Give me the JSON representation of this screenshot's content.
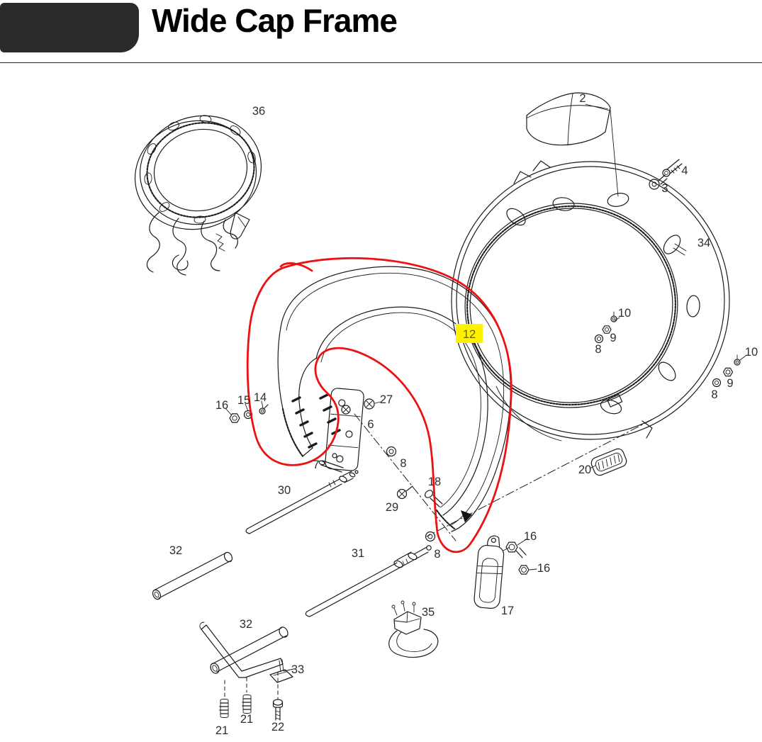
{
  "header": {
    "title": "Wide Cap Frame"
  },
  "diagram": {
    "type": "exploded-parts-diagram",
    "highlight": {
      "color": "#fff200",
      "highlighted_part": "12"
    },
    "annotation": {
      "color": "#ee1111",
      "shape": "freehand-circle",
      "around_part": "12"
    },
    "labels": [
      {
        "part": "36",
        "text": "36"
      },
      {
        "part": "2",
        "text": "2"
      },
      {
        "part": "4",
        "text": "4"
      },
      {
        "part": "3",
        "text": "3"
      },
      {
        "part": "34",
        "text": "34"
      },
      {
        "part": "10",
        "text": "10"
      },
      {
        "part": "9",
        "text": "9"
      },
      {
        "part": "8",
        "text": "8"
      },
      {
        "part": "10",
        "text": "10"
      },
      {
        "part": "9",
        "text": "9"
      },
      {
        "part": "8",
        "text": "8"
      },
      {
        "part": "12",
        "text": "12"
      },
      {
        "part": "27",
        "text": "27"
      },
      {
        "part": "14",
        "text": "14"
      },
      {
        "part": "15",
        "text": "15"
      },
      {
        "part": "16",
        "text": "16"
      },
      {
        "part": "6",
        "text": "6"
      },
      {
        "part": "7",
        "text": "7"
      },
      {
        "part": "8",
        "text": "8"
      },
      {
        "part": "30",
        "text": "30"
      },
      {
        "part": "18",
        "text": "18"
      },
      {
        "part": "29",
        "text": "29"
      },
      {
        "part": "8",
        "text": "8"
      },
      {
        "part": "31",
        "text": "31"
      },
      {
        "part": "32",
        "text": "32"
      },
      {
        "part": "20",
        "text": "20"
      },
      {
        "part": "16",
        "text": "16"
      },
      {
        "part": "16",
        "text": "16"
      },
      {
        "part": "17",
        "text": "17"
      },
      {
        "part": "35",
        "text": "35"
      },
      {
        "part": "32",
        "text": "32"
      },
      {
        "part": "33",
        "text": "33"
      },
      {
        "part": "21",
        "text": "21"
      },
      {
        "part": "21",
        "text": "21"
      },
      {
        "part": "22",
        "text": "22"
      }
    ]
  }
}
